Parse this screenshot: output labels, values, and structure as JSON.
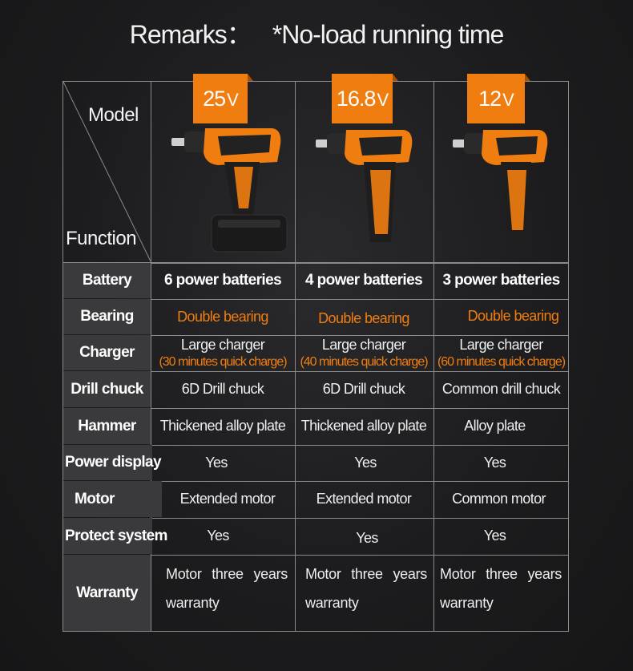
{
  "title": {
    "remarks": "Remarks：",
    "note": "*No-load running time"
  },
  "header": {
    "model_label": "Model",
    "function_label": "Function"
  },
  "models": [
    {
      "voltage": "25",
      "unit": "V",
      "battery": "6 power batteries",
      "bearing": "Double bearing",
      "charger": "Large charger",
      "charger_note": "(30 minutes quick charge)",
      "drill_chuck": "6D Drill chuck",
      "hammer": "Thickened alloy plate",
      "power_display": "Yes",
      "motor": "Extended motor",
      "protect_system": "Yes",
      "warranty_a": "Motor",
      "warranty_b": "three",
      "warranty_c": "years",
      "warranty_d": "warranty"
    },
    {
      "voltage": "16.8",
      "unit": "V",
      "battery": "4 power batteries",
      "bearing": "Double bearing",
      "charger": "Large charger",
      "charger_note": "(40 minutes quick charge)",
      "drill_chuck": "6D Drill chuck",
      "hammer": "Thickened alloy plate",
      "power_display": "Yes",
      "motor": "Extended motor",
      "protect_system": "Yes",
      "warranty_a": "Motor",
      "warranty_b": "three",
      "warranty_c": "years",
      "warranty_d": "warranty"
    },
    {
      "voltage": "12",
      "unit": "V",
      "battery": "3 power batteries",
      "bearing": "Double bearing",
      "charger": "Large charger",
      "charger_note": "(60 minutes quick charge)",
      "drill_chuck": "Common drill chuck",
      "hammer": "Alloy plate",
      "power_display": "Yes",
      "motor": "Common motor",
      "protect_system": "Yes",
      "warranty_a": "Motor",
      "warranty_b": "three",
      "warranty_c": "years",
      "warranty_d": "warranty"
    }
  ],
  "rows": {
    "battery": "Battery",
    "bearing": "Bearing",
    "charger": "Charger",
    "drill_chuck": "Drill chuck",
    "hammer": "Hammer",
    "power_display": "Power display",
    "motor": "Motor",
    "protect_system": "Protect system",
    "warranty": "Warranty"
  },
  "colors": {
    "accent": "#f07d10",
    "background": "#1c1c1e",
    "header_cell": "#3a3a3c"
  },
  "icons": [
    "cordless-drill-icon"
  ]
}
